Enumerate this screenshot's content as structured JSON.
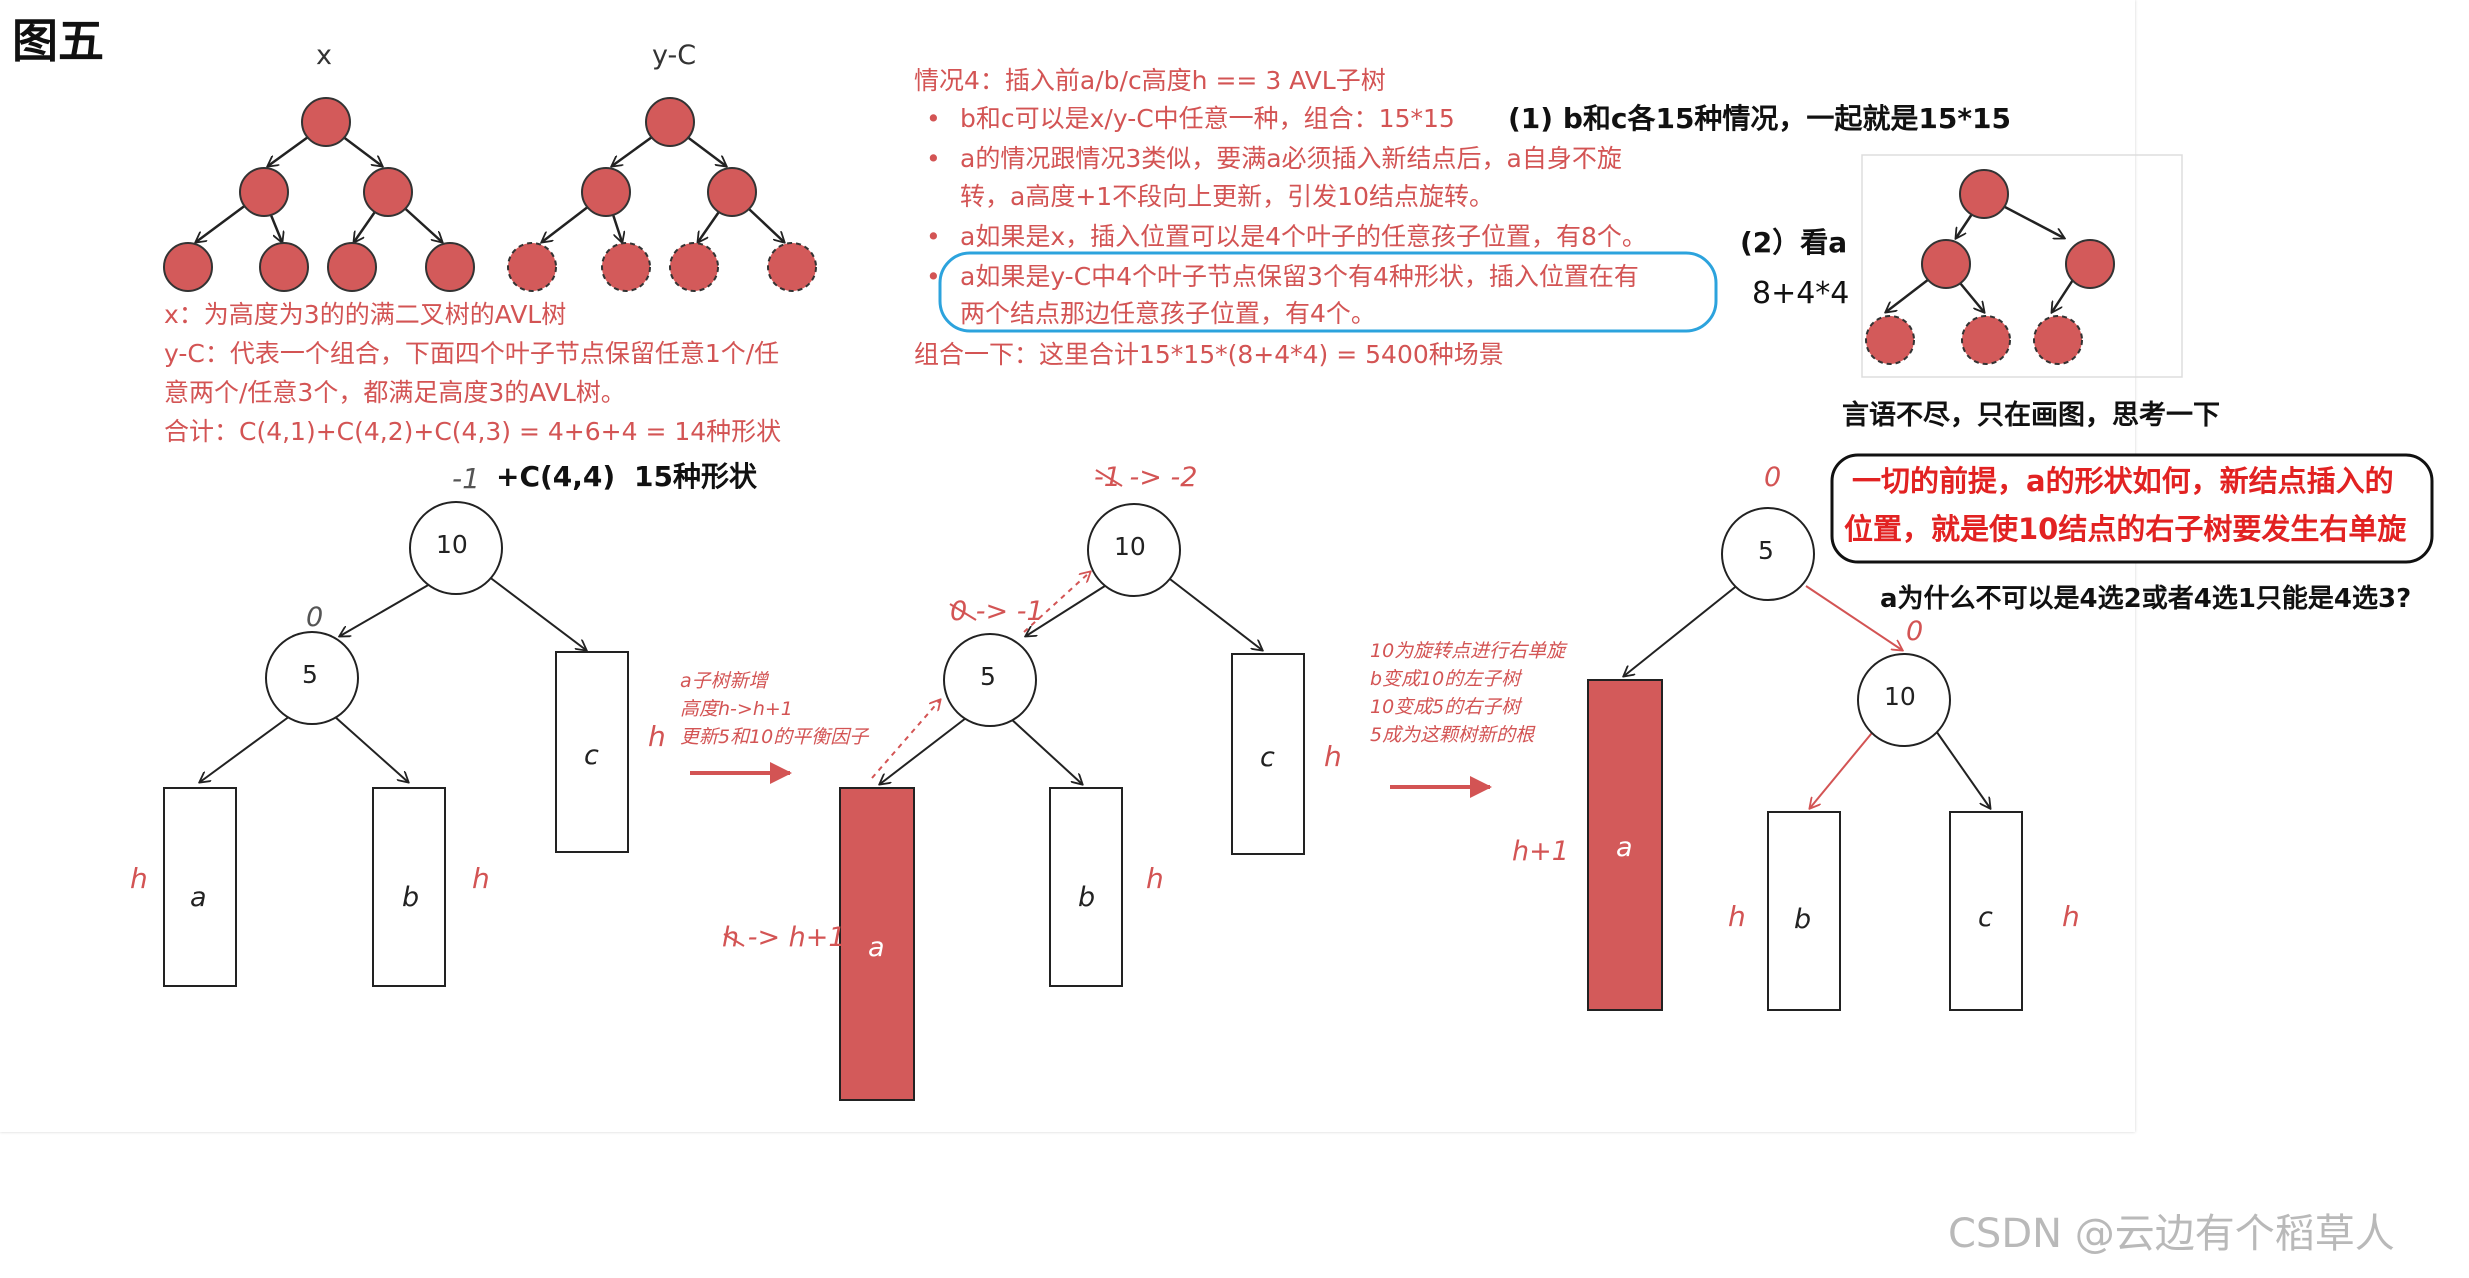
{
  "title": "图五",
  "tree_x_label": "x",
  "tree_yc_label": "y-C",
  "left_notes": [
    "x：为高度为3的的满二叉树的AVL树",
    "y-C：代表一个组合，下面四个叶子节点保留任意1个/任",
    "意两个/任意3个，都满足高度3的AVL树。",
    "合计：C(4,1)+C(4,2)+C(4,3) = 4+6+4 = 14种形状"
  ],
  "c44_annotation": "+C(4,4)",
  "shapes15": "15种形状",
  "case4": {
    "heading": "情况4：插入前a/b/c高度h == 3 AVL子树",
    "bullets": [
      "b和c可以是x/y-C中任意一种，组合：15*15",
      "a的情况跟情况3类似，要满a必须插入新结点后，a自身不旋",
      "转，a高度+1不段向上更新，引发10结点旋转。",
      "a如果是x，插入位置可以是4个叶子的任意孩子位置，有8个。",
      "a如果是y-C中4个叶子节点保留3个有4种形状，插入位置在有",
      "两个结点那边任意孩子位置，有4个。"
    ],
    "combine": "组合一下：这里合计15*15*(8+4*4) = 5400种场景"
  },
  "note1": "(1) b和c各15种情况，一起就是15*15",
  "note2": "(2）看a",
  "note3": "8+4*4",
  "note_words": "言语不尽，只在画图，思考一下",
  "premise": [
    "一切的前提，a的形状如何，新结点插入的",
    "位置，就是使10结点的右子树要发生右单旋"
  ],
  "question": "a为什么不可以是4选2或者4选1只能是4选3?",
  "watermark": "CSDN @云边有个稻草人",
  "diagram1": {
    "root": "10",
    "left": "5",
    "bal_root": "-1",
    "bal_left": "0",
    "a": "a",
    "b": "b",
    "c": "c",
    "h": "h"
  },
  "arrow1_text": [
    "a子树新增",
    "高度h->h+1",
    "更新5和10的平衡因子"
  ],
  "diagram2": {
    "root": "10",
    "left": "5",
    "bal_root": "-1 -> -2",
    "bal_left": "0 -> -1",
    "a": "a",
    "b": "b",
    "c": "c",
    "h": "h",
    "h_change": "h -> h+1"
  },
  "arrow2_text": [
    "10为旋转点进行右单旋",
    "b变成10的左子树",
    "10变成5的右子树",
    "5成为这颗树新的根"
  ],
  "diagram3": {
    "root": "5",
    "right": "10",
    "bal_root": "0",
    "bal_right": "0",
    "a": "a",
    "b": "b",
    "c": "c",
    "h": "h",
    "h_plus": "h+1"
  },
  "colors": {
    "red_node": "#d35a5a",
    "red_text": "#d35454",
    "blue_outline": "#2ca3dd",
    "black": "#111111"
  }
}
